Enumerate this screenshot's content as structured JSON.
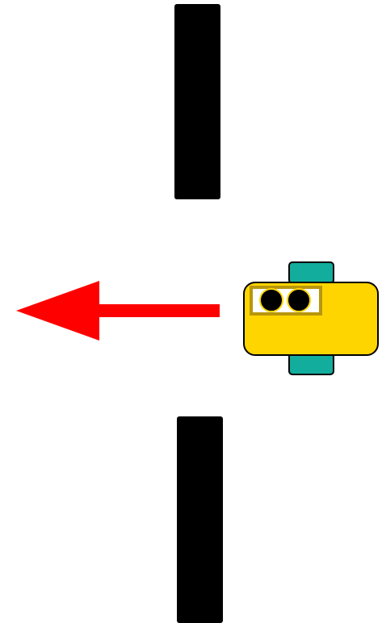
{
  "colors": {
    "background": "#ffffff",
    "wall": "#000000",
    "arrow": "#ff0000",
    "robot_body": "#ffd500",
    "robot_outline": "#000000",
    "robot_wheel": "#12ad9d",
    "sensor_frame": "#b8960c",
    "sensor_panel": "#ffffff",
    "sensor_eye": "#000000"
  },
  "scene": {
    "walls": [
      {
        "id": "top"
      },
      {
        "id": "bottom"
      }
    ],
    "robot": {
      "heading": "left",
      "wheels": 2,
      "sensors": 2
    },
    "arrow": {
      "direction": "left"
    }
  }
}
